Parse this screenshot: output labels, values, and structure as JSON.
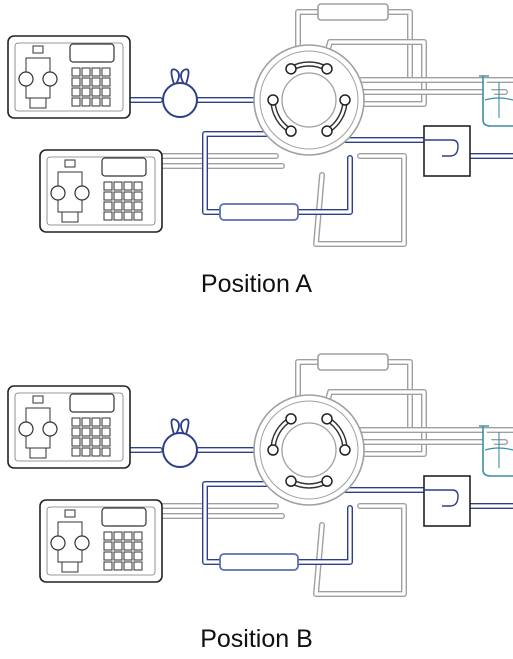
{
  "positions": [
    {
      "label": "Position A",
      "valve": "a"
    },
    {
      "label": "Position B",
      "valve": "b"
    }
  ],
  "colors": {
    "blue_tubing": "#2d3f8a",
    "blue_tubing_light": "#5b6fb5",
    "gray_tubing": "#a0a0a0",
    "outline": "#222222",
    "beaker": "#3a8fa6"
  },
  "icons": [
    "pump-icon",
    "mixer-icon",
    "injection-valve-icon",
    "column-icon",
    "detector-icon",
    "beaker-icon"
  ]
}
